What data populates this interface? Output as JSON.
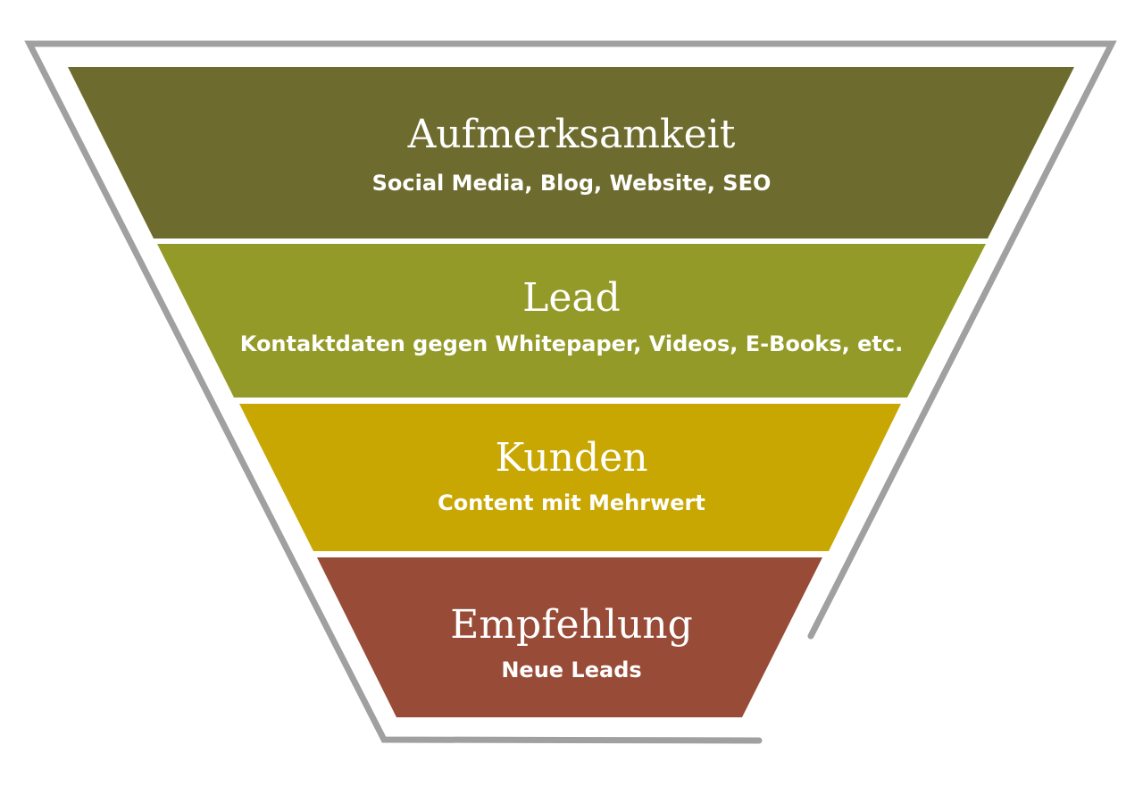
{
  "stages": [
    {
      "title": "Aufmerksamkeit",
      "subtitle": "Social Media, Blog, Website, SEO",
      "color": "#6e6b2e"
    },
    {
      "title": "Lead",
      "subtitle": "Kontaktdaten gegen Whitepaper, Videos, E-Books, etc.",
      "color": "#939a27"
    },
    {
      "title": "Kunden",
      "subtitle": "Content mit Mehrwert",
      "color": "#c9a702"
    },
    {
      "title": "Empfehlung",
      "subtitle": "Neue Leads",
      "color": "#984c38"
    }
  ],
  "outline_color": "#a0a0a0"
}
